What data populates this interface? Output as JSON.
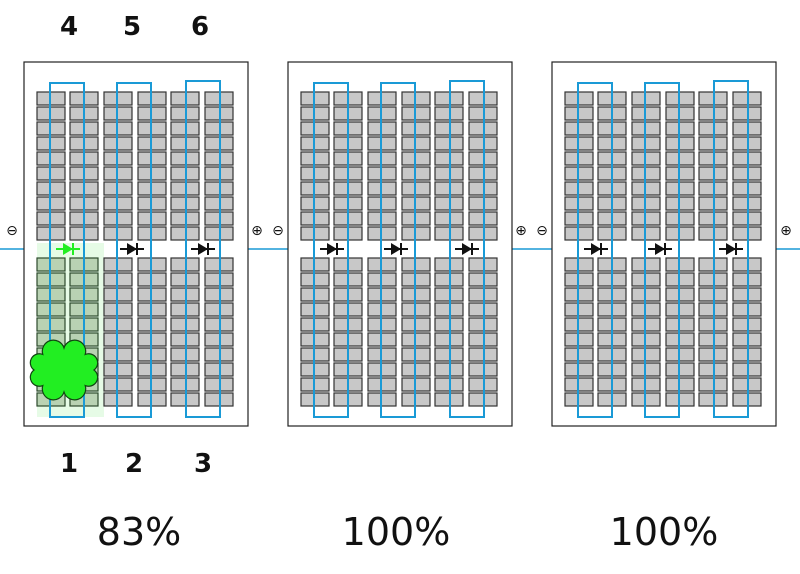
{
  "string_labels_top": [
    "4",
    "5",
    "6"
  ],
  "string_labels_bottom": [
    "1",
    "2",
    "3"
  ],
  "panels": [
    {
      "efficiency": "83%",
      "shaded_substring": 1
    },
    {
      "efficiency": "100%",
      "shaded_substring": null
    },
    {
      "efficiency": "100%",
      "shaded_substring": null
    }
  ],
  "terminals": {
    "negative": "⊖",
    "positive": "⊕"
  },
  "colors": {
    "wire": "#1a9ad6",
    "cell": "#c8c8c8",
    "cell_border": "#333333",
    "shade": "#22ee22",
    "diode_active": "#22ee22",
    "diode": "#111111"
  }
}
